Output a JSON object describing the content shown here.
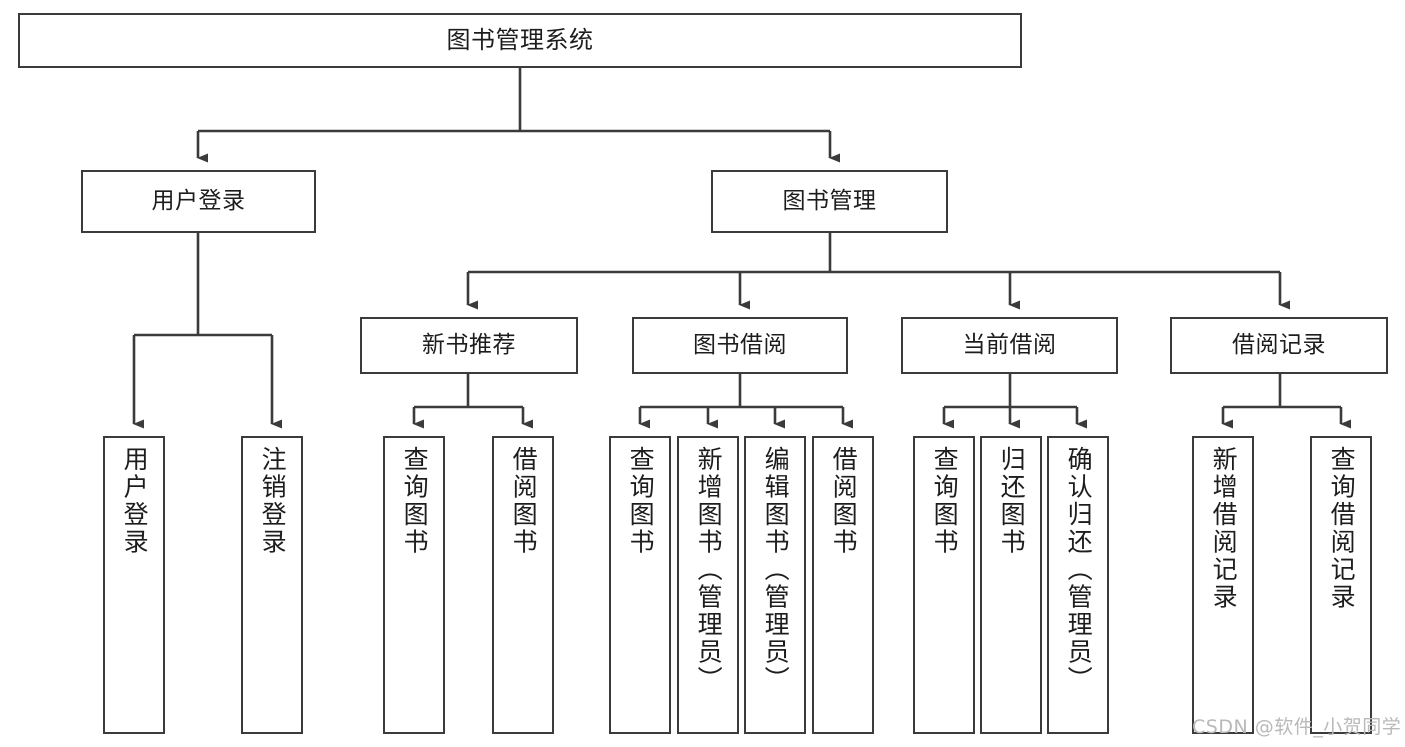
{
  "diagram": {
    "type": "tree-hierarchy",
    "title": "图书管理系统",
    "root": {
      "id": "root",
      "label": "图书管理系统",
      "orientation": "horizontal"
    },
    "level2": [
      {
        "id": "user-login",
        "label": "用户登录",
        "orientation": "horizontal"
      },
      {
        "id": "book-management",
        "label": "图书管理",
        "orientation": "horizontal"
      }
    ],
    "level3": [
      {
        "id": "new-book-recommend",
        "label": "新书推荐",
        "orientation": "horizontal",
        "parent": "book-management"
      },
      {
        "id": "book-borrow",
        "label": "图书借阅",
        "orientation": "horizontal",
        "parent": "book-management"
      },
      {
        "id": "current-borrow",
        "label": "当前借阅",
        "orientation": "horizontal",
        "parent": "book-management"
      },
      {
        "id": "borrow-record",
        "label": "借阅记录",
        "orientation": "horizontal",
        "parent": "book-management"
      }
    ],
    "leaves": [
      {
        "id": "leaf-user-login",
        "label": "用户登录",
        "parent": "user-login"
      },
      {
        "id": "leaf-logout-login",
        "label": "注销登录",
        "parent": "user-login"
      },
      {
        "id": "leaf-query-book-1",
        "label": "查询图书",
        "parent": "new-book-recommend"
      },
      {
        "id": "leaf-borrow-book-1",
        "label": "借阅图书",
        "parent": "new-book-recommend"
      },
      {
        "id": "leaf-query-book-2",
        "label": "查询图书",
        "parent": "book-borrow"
      },
      {
        "id": "leaf-add-book",
        "label": "新增图书（管理员）",
        "parent": "book-borrow"
      },
      {
        "id": "leaf-edit-book",
        "label": "编辑图书（管理员）",
        "parent": "book-borrow"
      },
      {
        "id": "leaf-borrow-book-2",
        "label": "借阅图书",
        "parent": "book-borrow"
      },
      {
        "id": "leaf-query-book-3",
        "label": "查询图书",
        "parent": "current-borrow"
      },
      {
        "id": "leaf-return-book",
        "label": "归还图书",
        "parent": "current-borrow"
      },
      {
        "id": "leaf-confirm-return",
        "label": "确认归还（管理员）",
        "parent": "current-borrow"
      },
      {
        "id": "leaf-add-record",
        "label": "新增借阅记录",
        "parent": "borrow-record"
      },
      {
        "id": "leaf-query-record",
        "label": "查询借阅记录",
        "parent": "borrow-record"
      }
    ],
    "colors": {
      "box_border": "#3b3b3b",
      "box_fill": "#ffffff",
      "connector": "#3b3b3b",
      "text": "#1d1d1d",
      "watermark": "#b9b9b9",
      "background": "#ffffff"
    }
  },
  "watermark": {
    "text": "CSDN @软件_小贺同学"
  }
}
